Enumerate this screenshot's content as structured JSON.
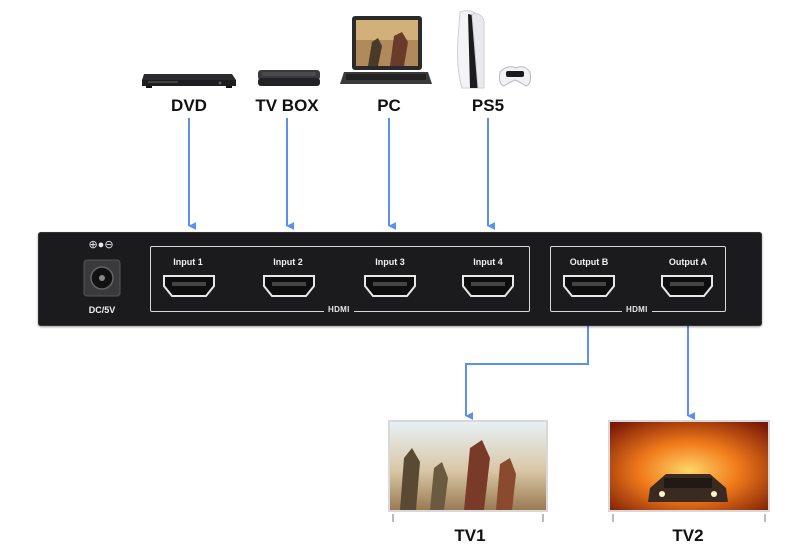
{
  "sources": [
    {
      "label": "DVD",
      "icon": "dvd-player-icon"
    },
    {
      "label": "TV BOX",
      "icon": "tv-box-icon"
    },
    {
      "label": "PC",
      "icon": "laptop-icon"
    },
    {
      "label": "PS5",
      "icon": "ps5-console-icon"
    }
  ],
  "device": {
    "power": {
      "polarity": "⊕●⊖",
      "label": "DC/5V"
    },
    "inputs": [
      "Input 1",
      "Input 2",
      "Input 3",
      "Input 4"
    ],
    "inputs_group_label": "HDMI",
    "outputs": [
      "Output B",
      "Output A"
    ],
    "outputs_group_label": "HDMI"
  },
  "displays": [
    {
      "label": "TV1",
      "icon": "tv-icon",
      "fed_by": "Output B"
    },
    {
      "label": "TV2",
      "icon": "tv-icon",
      "fed_by": "Output A"
    }
  ],
  "colors": {
    "arrow": "#5b8ff0",
    "device_body": "#1b1b1d",
    "group_border": "#d8d8d8",
    "label": "#111111"
  }
}
